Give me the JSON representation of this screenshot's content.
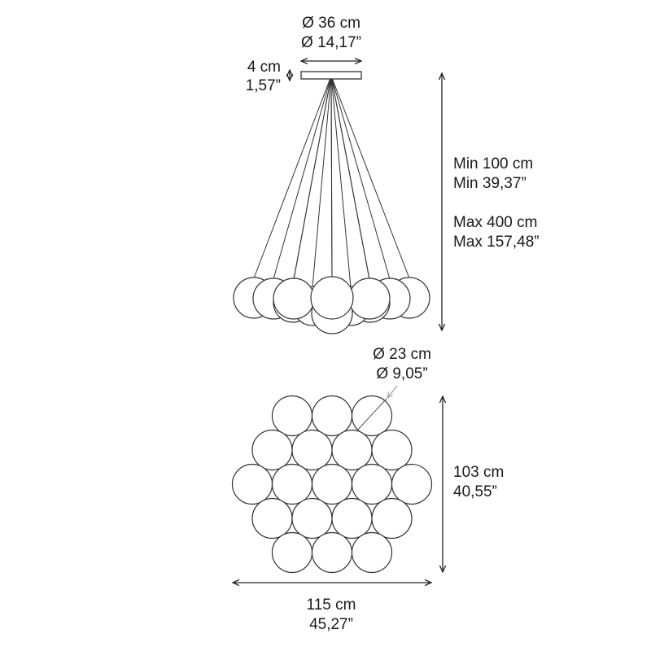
{
  "canopy": {
    "diameter_cm": "Ø 36 cm",
    "diameter_in": "Ø 14,17”",
    "height_cm": "4 cm",
    "height_in": "1,57”"
  },
  "suspension": {
    "min_cm": "Min 100 cm",
    "min_in": "Min 39,37”",
    "max_cm": "Max 400 cm",
    "max_in": "Max 157,48”"
  },
  "globe": {
    "diameter_cm": "Ø 23 cm",
    "diameter_in": "Ø 9,05”"
  },
  "cluster": {
    "height_cm": "103 cm",
    "height_in": "40,55”",
    "width_cm": "115 cm",
    "width_in": "45,27”"
  },
  "globe_count": 19,
  "colors": {
    "line": "#222222",
    "leader": "#9a9a9a",
    "background": "#ffffff"
  }
}
